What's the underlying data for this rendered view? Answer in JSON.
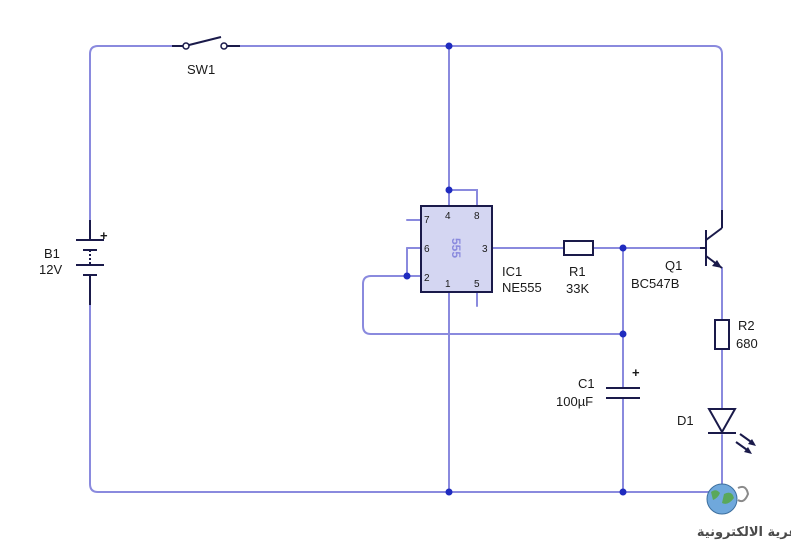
{
  "switch": {
    "ref": "SW1"
  },
  "battery": {
    "ref": "B1",
    "value": "12V",
    "polarity": "+"
  },
  "ic": {
    "ref": "IC1",
    "part": "NE555",
    "body_text": "555",
    "pins": {
      "p1": "1",
      "p2": "2",
      "p3": "3",
      "p4": "4",
      "p5": "5",
      "p6": "6",
      "p7": "7",
      "p8": "8"
    }
  },
  "r1": {
    "ref": "R1",
    "value": "33K"
  },
  "q1": {
    "ref": "Q1",
    "part": "BC547B"
  },
  "r2": {
    "ref": "R2",
    "value": "680"
  },
  "c1": {
    "ref": "C1",
    "value": "100µF",
    "polarity": "+"
  },
  "d1": {
    "ref": "D1"
  },
  "watermark": {
    "text": "القرية الالكترونية"
  },
  "colors": {
    "wire": "#8a8ade",
    "junction": "#1f2bbf",
    "ic_fill": "#d4d6f2"
  }
}
